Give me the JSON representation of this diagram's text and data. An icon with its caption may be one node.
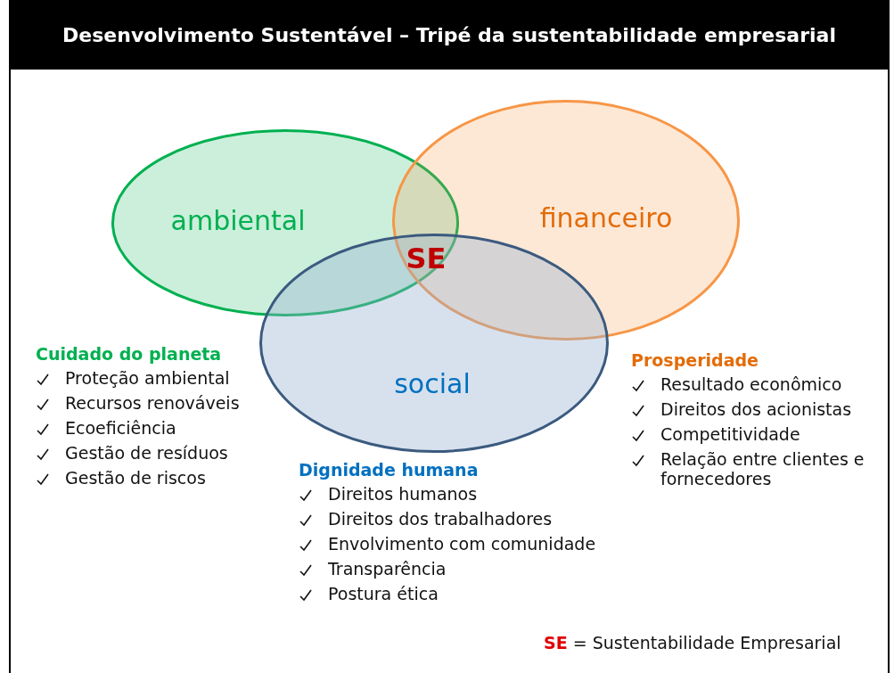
{
  "diagram": {
    "title": "Desenvolvimento Sustentável – Tripé da sustentabilidade empresarial",
    "nodes": [
      {
        "text": [
          "ambiental"
        ],
        "beside": [
          "Cuidado do planeta",
          "Proteção ambiental",
          "Recursos renováveis",
          "Ecoeficiência",
          "Gestão de resíduos",
          "Gestão de riscos"
        ]
      },
      {
        "text": [
          "financeiro"
        ],
        "beside": [
          "Prosperidade",
          "Resultado econômico",
          "Direitos dos acionistas",
          "Competitividade",
          "Relação entre clientes e fornecedores"
        ]
      },
      {
        "text": [
          "social"
        ],
        "beside": [
          "Dignidade humana",
          "Direitos humanos",
          "Direitos dos trabalhadores",
          "Envolvimento com comunidade",
          "Transparência",
          "Postura ética"
        ]
      }
    ],
    "edges": [],
    "labels": [
      "SE",
      "**SE** = Sustentabilidade Empresarial"
    ]
  }
}
